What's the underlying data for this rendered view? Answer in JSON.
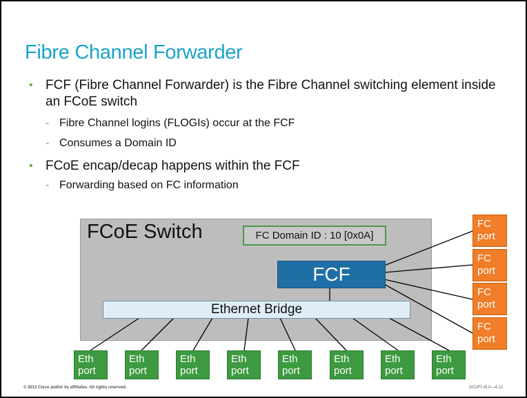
{
  "slide": {
    "title": "Fibre Channel Forwarder",
    "bullets": [
      {
        "text": "FCF (Fibre Channel Forwarder) is the Fibre Channel switching element inside an FCoE switch",
        "sub": [
          "Fibre Channel logins (FLOGIs) occur at the FCF",
          "Consumes a Domain ID"
        ]
      },
      {
        "text": "FCoE encap/decap happens within the FCF",
        "sub": [
          "Forwarding based on FC information"
        ]
      }
    ],
    "footer_left": "© 2012 Cisco and/or its affiliates. All rights reserved.",
    "footer_right": "DCUFI v5.0—4-12"
  },
  "diagram": {
    "switch_label": "FCoE Switch",
    "domain_id": "FC Domain ID : 10 [0x0A]",
    "fcf_label": "FCF",
    "bridge_label": "Ethernet Bridge",
    "fc_ports": [
      {
        "line1": "FC",
        "line2": "port"
      },
      {
        "line1": "FC",
        "line2": "port"
      },
      {
        "line1": "FC",
        "line2": "port"
      },
      {
        "line1": "FC",
        "line2": "port"
      }
    ],
    "eth_ports": [
      {
        "line1": "Eth",
        "line2": "port"
      },
      {
        "line1": "Eth",
        "line2": "port"
      },
      {
        "line1": "Eth",
        "line2": "port"
      },
      {
        "line1": "Eth",
        "line2": "port"
      },
      {
        "line1": "Eth",
        "line2": "port"
      },
      {
        "line1": "Eth",
        "line2": "port"
      },
      {
        "line1": "Eth",
        "line2": "port"
      },
      {
        "line1": "Eth",
        "line2": "port"
      }
    ],
    "colors": {
      "title": "#1aa3c9",
      "fcf": "#1f6fa6",
      "fc_port": "#f07d27",
      "eth_port": "#3d9a40",
      "switch_bg": "#bdbdbd",
      "bridge_bg": "#dfeef6"
    }
  }
}
